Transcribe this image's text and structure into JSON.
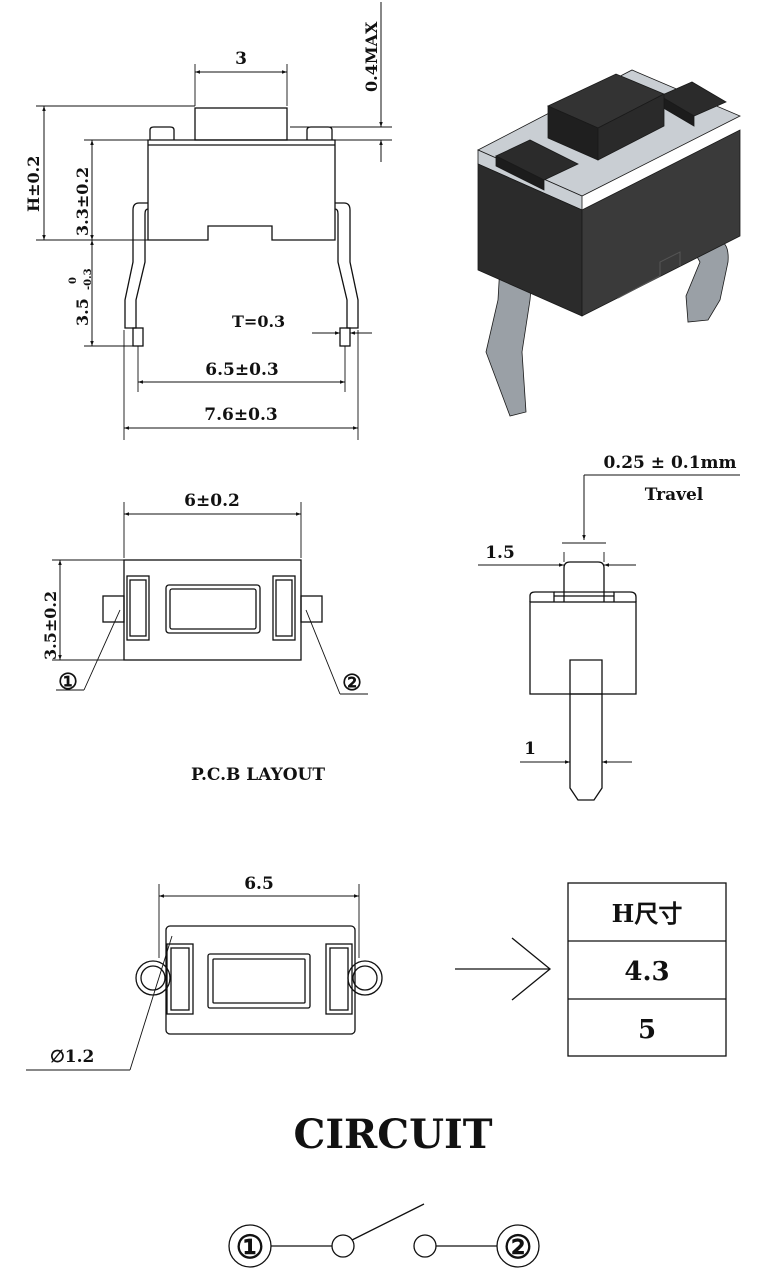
{
  "side_view": {
    "dim_width_top": "3",
    "dim_actuator_height": "0.4MAX",
    "dim_height": "H±0.2",
    "dim_body_height": "3.3±0.2",
    "dim_lead_length_main": "3.5",
    "dim_lead_length_tol_upper": "0",
    "dim_lead_length_tol_lower": "-0.3",
    "dim_terminal_thickness": "T=0.3",
    "dim_lead_pitch": "6.5±0.3",
    "dim_overall_width": "7.6±0.3"
  },
  "iso_view": {
    "body_color": "#2b2b2b",
    "frame_color": "#c9ced3",
    "lead_color": "#9aa0a6"
  },
  "pcb_layout": {
    "dim_width": "6±0.2",
    "dim_depth": "3.5±0.2",
    "pin1_label": "①",
    "pin2_label": "②",
    "caption": "P.C.B LAYOUT"
  },
  "travel_view": {
    "travel_value": "0.25 ± 0.1mm",
    "travel_label": "Travel",
    "dim_actuator_width": "1.5",
    "dim_lead_width": "1"
  },
  "footprint": {
    "dim_pitch": "6.5",
    "dim_hole": "∅1.2"
  },
  "h_table": {
    "header": "H尺寸",
    "rows": [
      "4.3",
      "5"
    ]
  },
  "circuit": {
    "title": "CIRCUIT",
    "pin1": "①",
    "pin2": "②"
  }
}
